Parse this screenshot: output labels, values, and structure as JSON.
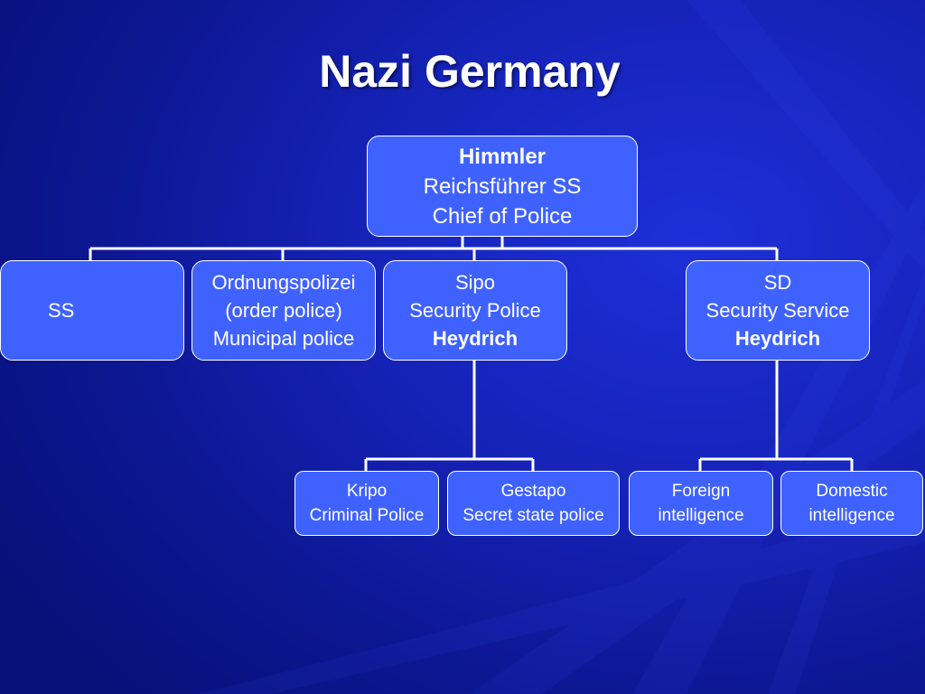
{
  "slide": {
    "title": "Nazi Germany"
  },
  "colors": {
    "background": "#1523b8",
    "box_fill": "#3f62ff",
    "line": "#ffffff",
    "text": "#ffffff"
  },
  "boxes": {
    "himmler": {
      "name": "Himmler",
      "line1": "Reichsführer SS",
      "line2": "Chief of Police"
    },
    "ss": {
      "line1": "SS"
    },
    "orpo": {
      "line1": "Ordnungspolizei",
      "line2": "(order police)",
      "line3": "Municipal police"
    },
    "sipo": {
      "line1": "Sipo",
      "line2": "Security Police",
      "head": "Heydrich"
    },
    "sd": {
      "line1": "SD",
      "line2": "Security Service",
      "head": "Heydrich"
    },
    "kripo": {
      "line1": "Kripo",
      "line2": "Criminal Police"
    },
    "gestapo": {
      "line1": "Gestapo",
      "line2": "Secret state police"
    },
    "foreign": {
      "line1": "Foreign",
      "line2": "intelligence"
    },
    "domestic": {
      "line1": "Domestic",
      "line2": "intelligence"
    }
  }
}
